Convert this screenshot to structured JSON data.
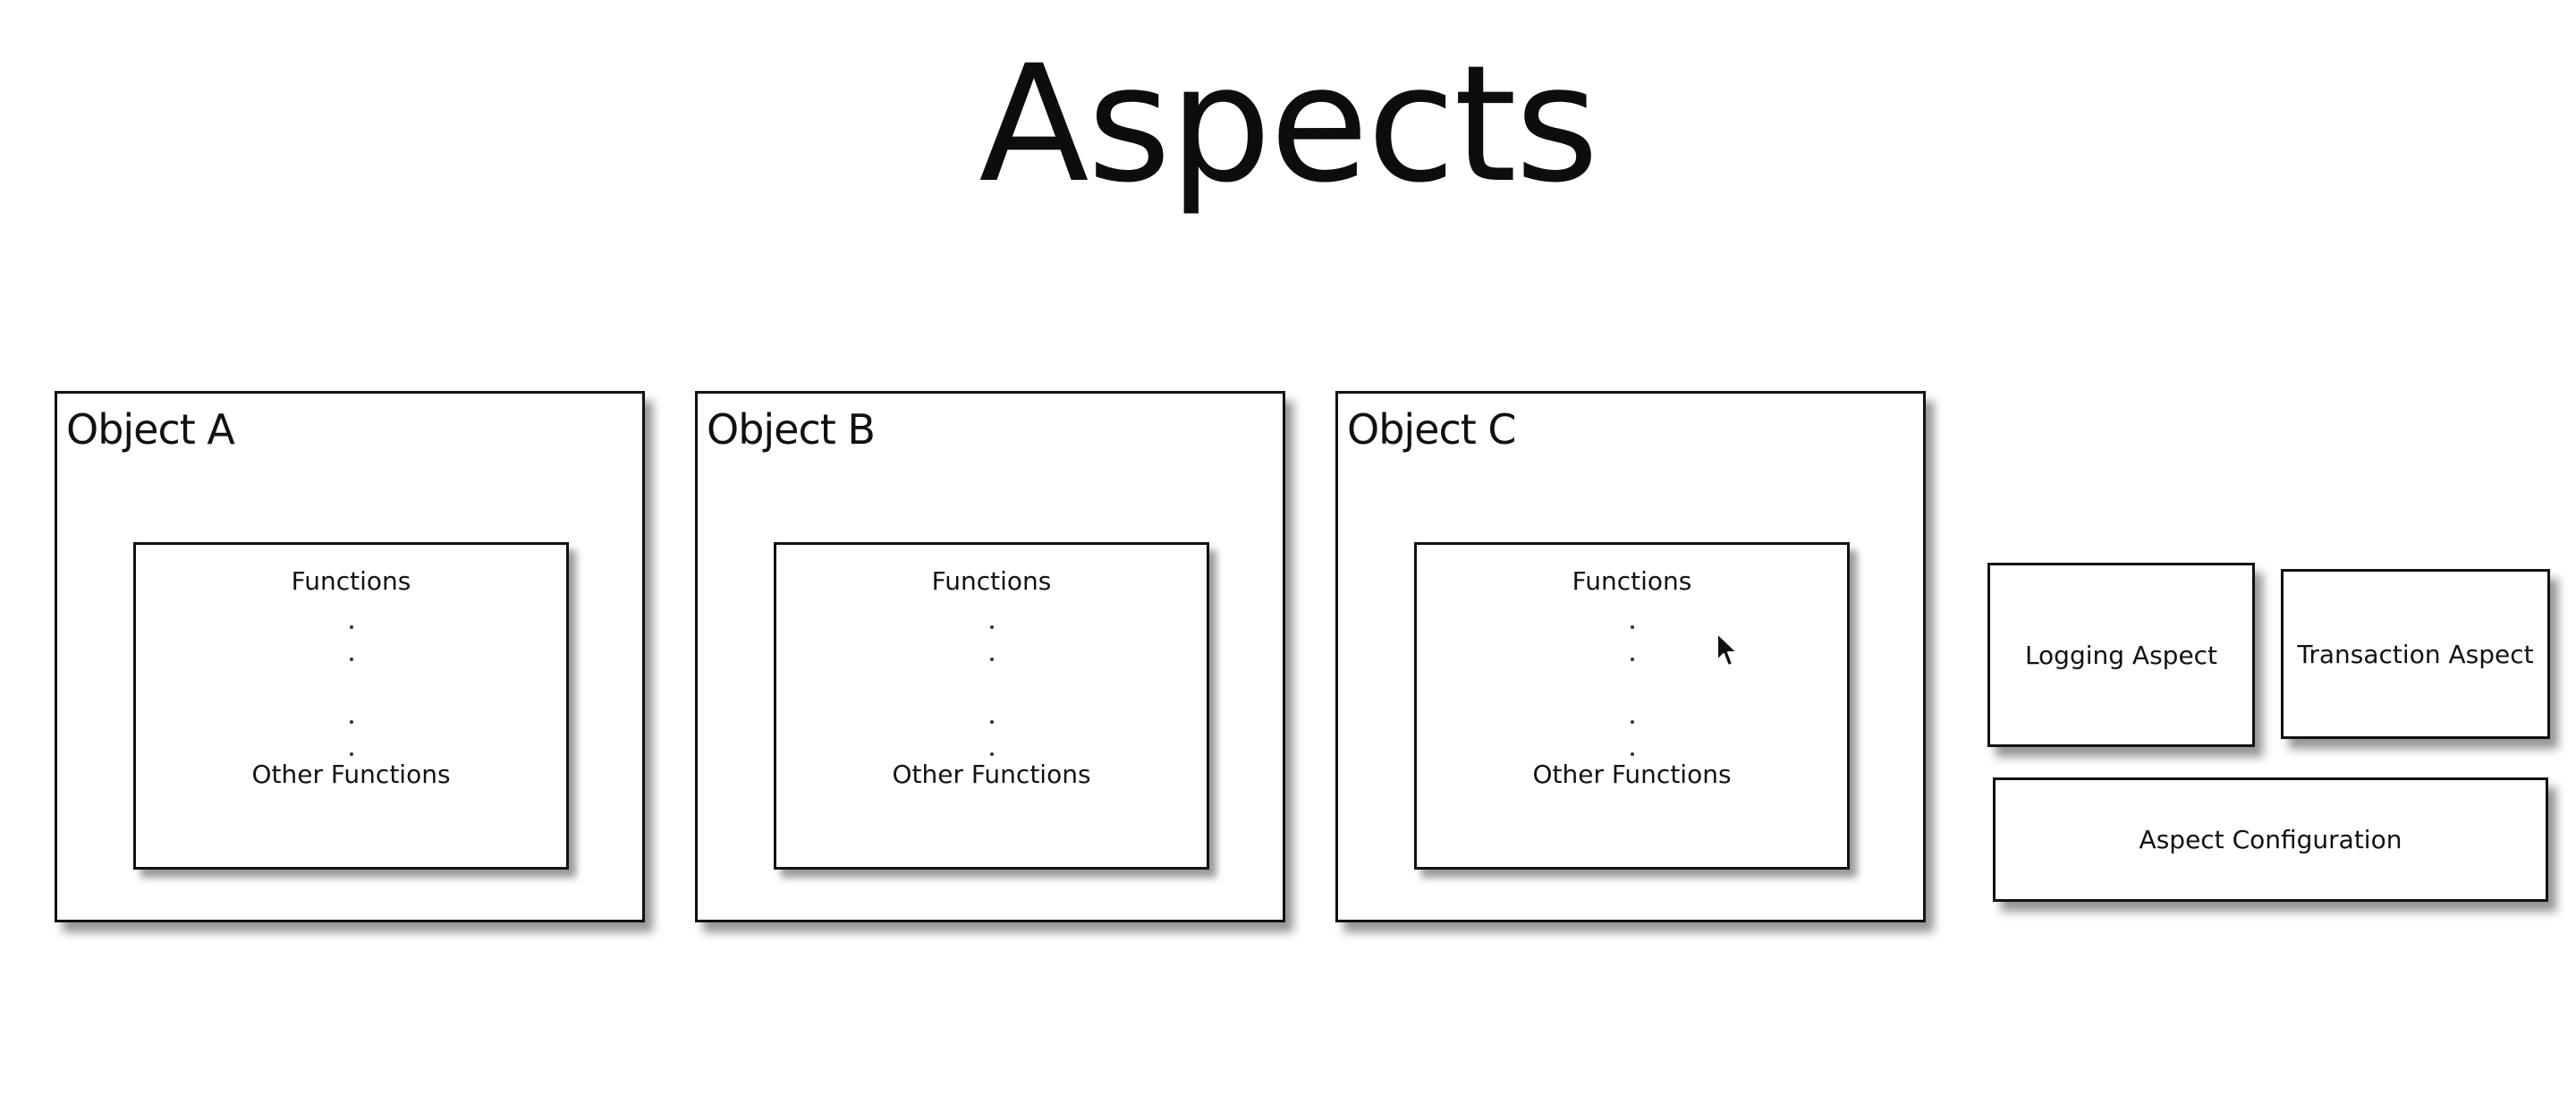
{
  "title": "Aspects",
  "objects": [
    {
      "label": "Object A",
      "functions_label": "Functions",
      "other_functions_label": "Other Functions"
    },
    {
      "label": "Object B",
      "functions_label": "Functions",
      "other_functions_label": "Other Functions"
    },
    {
      "label": "Object C",
      "functions_label": "Functions",
      "other_functions_label": "Other Functions"
    }
  ],
  "aspects": {
    "logging_label": "Logging Aspect",
    "transaction_label": "Transaction Aspect",
    "configuration_label": "Aspect Configuration"
  },
  "icons": {
    "cursor": "mouse-pointer-icon"
  }
}
